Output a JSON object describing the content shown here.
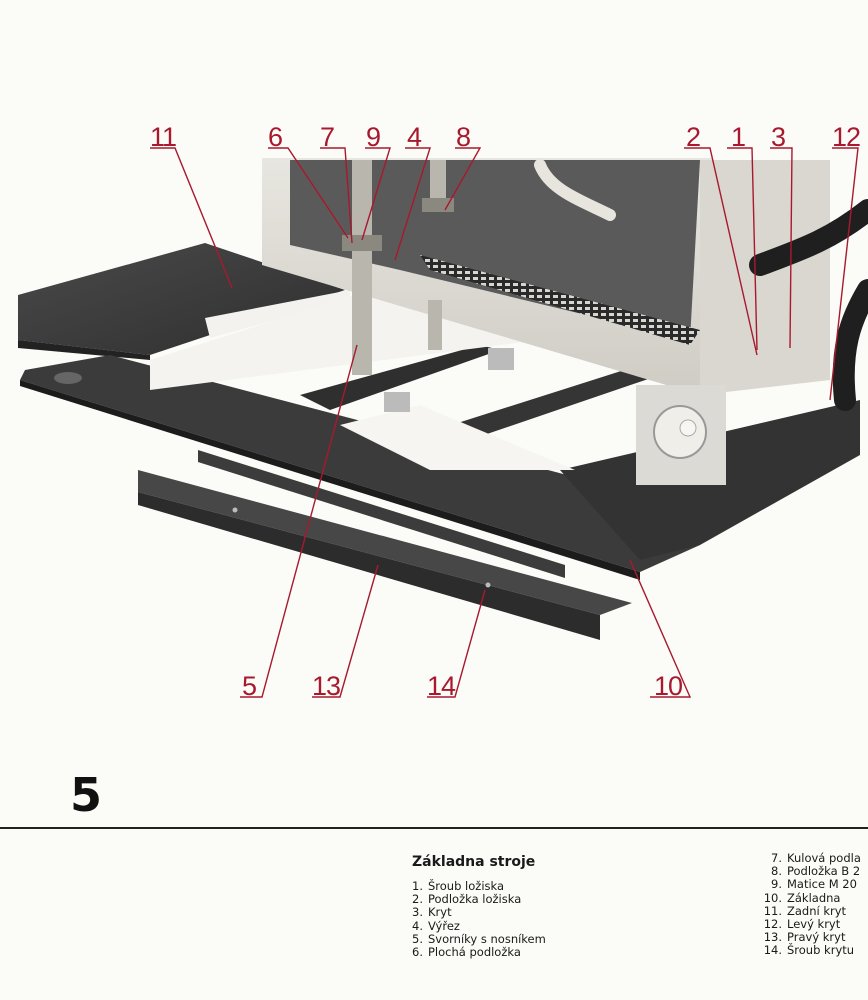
{
  "figure": {
    "number": "5",
    "callouts": [
      {
        "id": "c11",
        "text": "11"
      },
      {
        "id": "c6",
        "text": "6"
      },
      {
        "id": "c7",
        "text": "7"
      },
      {
        "id": "c9",
        "text": "9"
      },
      {
        "id": "c4",
        "text": "4"
      },
      {
        "id": "c8",
        "text": "8"
      },
      {
        "id": "c2",
        "text": "2"
      },
      {
        "id": "c1",
        "text": "1"
      },
      {
        "id": "c3",
        "text": "3"
      },
      {
        "id": "c12",
        "text": "12"
      },
      {
        "id": "c5",
        "text": "5"
      },
      {
        "id": "c13",
        "text": "13"
      },
      {
        "id": "c14",
        "text": "14"
      },
      {
        "id": "c10",
        "text": "10"
      }
    ]
  },
  "caption": {
    "title": "Základna stroje",
    "left_items": [
      {
        "num": "1.",
        "label": "Šroub ložiska"
      },
      {
        "num": "2.",
        "label": "Podložka ložiska"
      },
      {
        "num": "3.",
        "label": "Kryt"
      },
      {
        "num": "4.",
        "label": "Výřez"
      },
      {
        "num": "5.",
        "label": "Svorníky s nosníkem"
      },
      {
        "num": "6.",
        "label": "Plochá podložka"
      }
    ],
    "right_items": [
      {
        "num": "7.",
        "label": "Kulová podla"
      },
      {
        "num": "8.",
        "label": "Podložka B 2"
      },
      {
        "num": "9.",
        "label": "Matice M 20"
      },
      {
        "num": "10.",
        "label": "Základna"
      },
      {
        "num": "11.",
        "label": "Zadní kryt"
      },
      {
        "num": "12.",
        "label": "Levý kryt"
      },
      {
        "num": "13.",
        "label": "Pravý kryt"
      },
      {
        "num": "14.",
        "label": "Šroub krytu"
      }
    ]
  },
  "colors": {
    "callout": "#a8192e",
    "steel": "#3a3a3a",
    "paper": "#fbfbf8"
  }
}
